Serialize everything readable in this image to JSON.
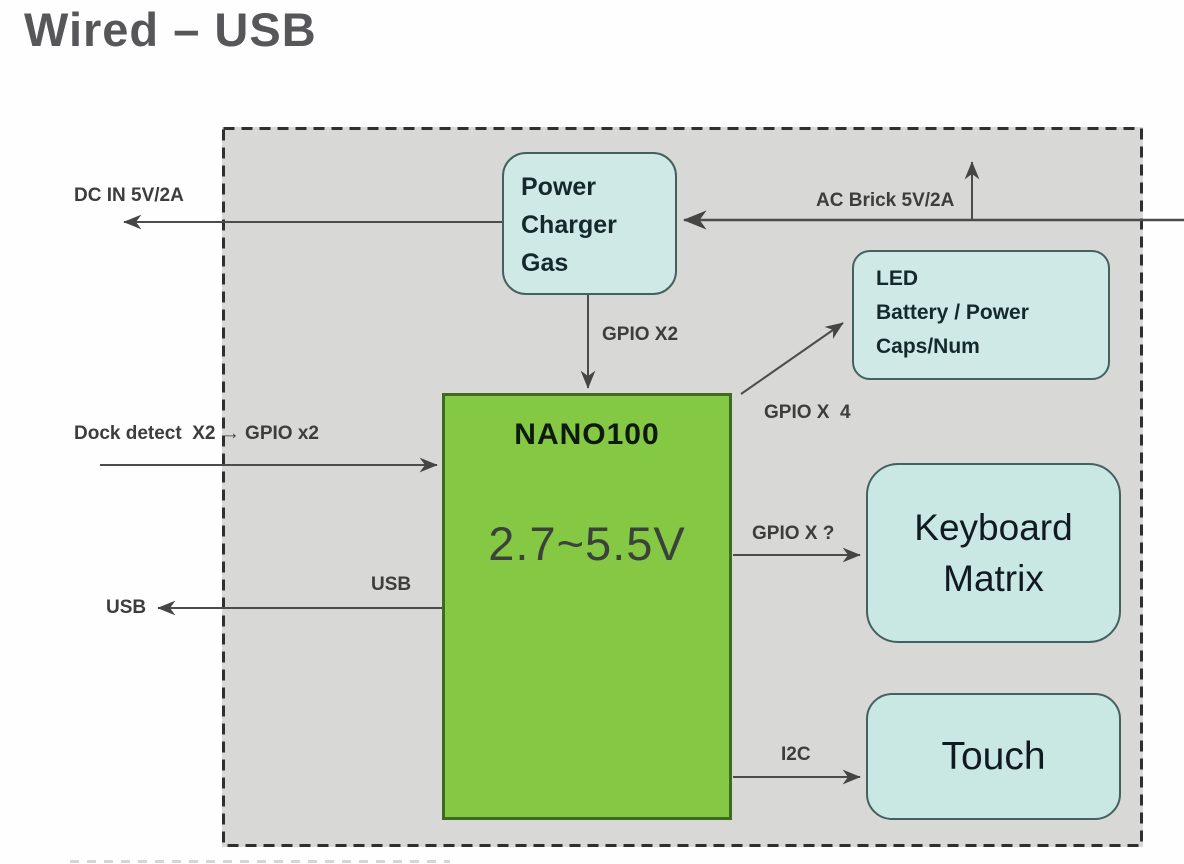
{
  "title": "Wired – USB",
  "colors": {
    "canvas_bg": "#fefefe",
    "panel_fill": "#d8d8d6",
    "panel_dash": "#2f2f2f",
    "cyan_box_fill": "#cfe9e6",
    "cyan_box_border": "#44605f",
    "green_box_fill": "#85c843",
    "green_box_border": "#3f6b21",
    "wire": "#4c4c4c",
    "title_text": "#57575a"
  },
  "boxes": {
    "power_charger": {
      "lines": [
        "Power",
        "Charger",
        "Gas"
      ]
    },
    "led": {
      "lines": [
        "LED",
        "Battery / Power",
        "Caps/Num"
      ]
    },
    "nano": {
      "name": "NANO100",
      "voltage": "2.7~5.5V"
    },
    "keyboard": {
      "lines": [
        "Keyboard",
        "Matrix"
      ]
    },
    "touch": {
      "label": "Touch"
    }
  },
  "labels": {
    "dc_in": "DC IN 5V/2A",
    "ac_brick": "AC Brick 5V/2A",
    "gpio_x2": "GPIO X2",
    "gpio_x4": "GPIO X  4",
    "dock_detect": "Dock detect  X2 → GPIO x2",
    "usb_inner": "USB",
    "usb_outer": "USB",
    "gpio_x_q": "GPIO X ?",
    "i2c": "I2C"
  }
}
